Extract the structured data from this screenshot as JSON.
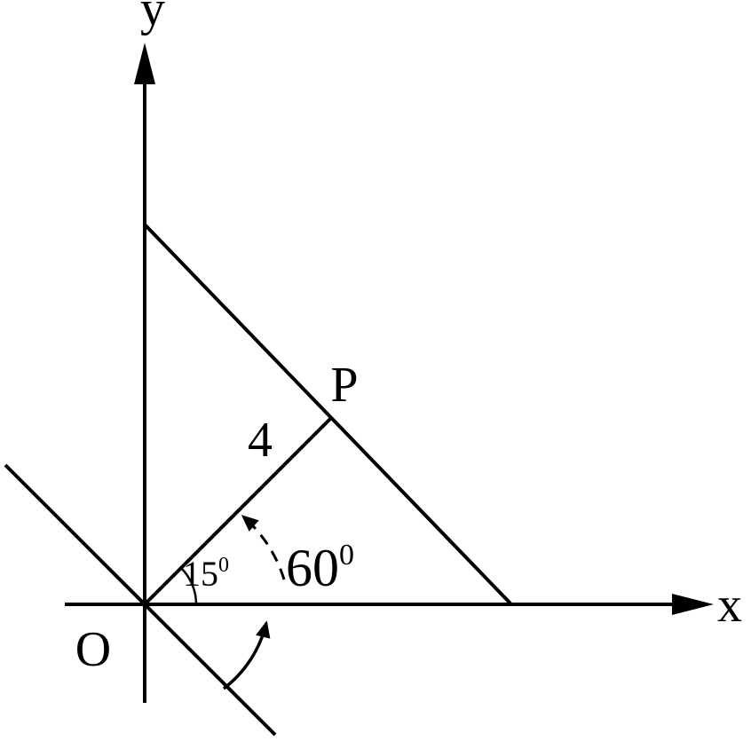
{
  "diagram": {
    "colors": {
      "ink": "#000000",
      "background": "#ffffff"
    },
    "labels": {
      "y_axis": "y",
      "x_axis": "x",
      "origin": "O",
      "point": "P",
      "segment_length": "4",
      "angle_small_value": "15",
      "angle_small_sup": "0",
      "angle_large_value": "60",
      "angle_large_sup": "0"
    }
  }
}
